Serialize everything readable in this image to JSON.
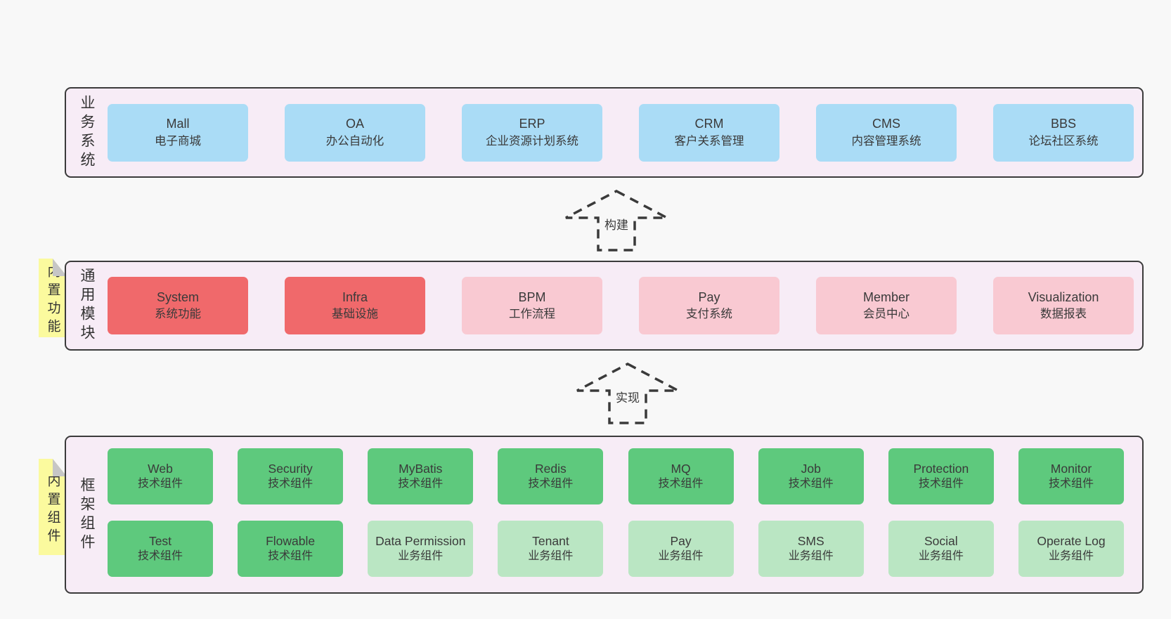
{
  "colors": {
    "page_bg": "#f8f8f8",
    "layer_bg": "#f7ecf6",
    "layer_border": "#3b3b3b",
    "blue_box": "#aadcf6",
    "red_box": "#f0696b",
    "pink_box": "#f9c9d2",
    "green_dark_box": "#5ec97d",
    "green_light_box": "#bae6c3",
    "note_bg": "#fbfa9e"
  },
  "arrows": {
    "build": "构建",
    "implement": "实现"
  },
  "layers": {
    "business": {
      "label": "业务系统",
      "boxes": [
        {
          "title": "Mall",
          "subtitle": "电子商城"
        },
        {
          "title": "OA",
          "subtitle": "办公自动化"
        },
        {
          "title": "ERP",
          "subtitle": "企业资源计划系统"
        },
        {
          "title": "CRM",
          "subtitle": "客户关系管理"
        },
        {
          "title": "CMS",
          "subtitle": "内容管理系统"
        },
        {
          "title": "BBS",
          "subtitle": "论坛社区系统"
        }
      ]
    },
    "modules": {
      "label": "通用模块",
      "side_note": "内置功能",
      "boxes": [
        {
          "title": "System",
          "subtitle": "系统功能",
          "variant": "red"
        },
        {
          "title": "Infra",
          "subtitle": "基础设施",
          "variant": "red"
        },
        {
          "title": "BPM",
          "subtitle": "工作流程",
          "variant": "pink"
        },
        {
          "title": "Pay",
          "subtitle": "支付系统",
          "variant": "pink"
        },
        {
          "title": "Member",
          "subtitle": "会员中心",
          "variant": "pink"
        },
        {
          "title": "Visualization",
          "subtitle": "数据报表",
          "variant": "pink"
        }
      ]
    },
    "components": {
      "label": "框架组件",
      "side_note": "内置组件",
      "row1": [
        {
          "title": "Web",
          "subtitle": "技术组件",
          "variant": "green-dark"
        },
        {
          "title": "Security",
          "subtitle": "技术组件",
          "variant": "green-dark"
        },
        {
          "title": "MyBatis",
          "subtitle": "技术组件",
          "variant": "green-dark"
        },
        {
          "title": "Redis",
          "subtitle": "技术组件",
          "variant": "green-dark"
        },
        {
          "title": "MQ",
          "subtitle": "技术组件",
          "variant": "green-dark"
        },
        {
          "title": "Job",
          "subtitle": "技术组件",
          "variant": "green-dark"
        },
        {
          "title": "Protection",
          "subtitle": "技术组件",
          "variant": "green-dark"
        },
        {
          "title": "Monitor",
          "subtitle": "技术组件",
          "variant": "green-dark"
        }
      ],
      "row2": [
        {
          "title": "Test",
          "subtitle": "技术组件",
          "variant": "green-dark"
        },
        {
          "title": "Flowable",
          "subtitle": "技术组件",
          "variant": "green-dark"
        },
        {
          "title": "Data Permission",
          "subtitle": "业务组件",
          "variant": "green-light"
        },
        {
          "title": "Tenant",
          "subtitle": "业务组件",
          "variant": "green-light"
        },
        {
          "title": "Pay",
          "subtitle": "业务组件",
          "variant": "green-light"
        },
        {
          "title": "SMS",
          "subtitle": "业务组件",
          "variant": "green-light"
        },
        {
          "title": "Social",
          "subtitle": "业务组件",
          "variant": "green-light"
        },
        {
          "title": "Operate Log",
          "subtitle": "业务组件",
          "variant": "green-light"
        }
      ]
    }
  }
}
